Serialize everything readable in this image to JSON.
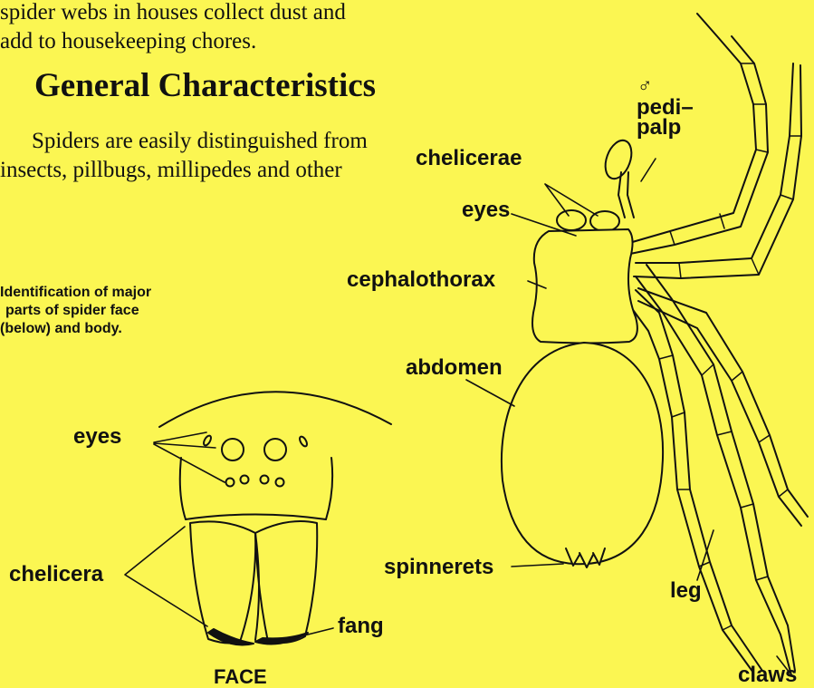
{
  "intro_text": [
    "spider webs in houses collect dust and",
    "add to housekeeping chores."
  ],
  "section_heading": "General Characteristics",
  "paragraph": [
    "Spiders are easily distinguished from",
    "insects, pillbugs, millipedes and other"
  ],
  "caption": [
    "Identification of major",
    "parts of spider face",
    "(below) and body."
  ],
  "face_labels": {
    "eyes": "eyes",
    "chelicera": "chelicera",
    "fang": "fang",
    "title": "FACE"
  },
  "body_labels": {
    "male_symbol": "♂",
    "pedipalp": [
      "pedi–",
      "palp"
    ],
    "chelicerae": "chelicerae",
    "eyes": "eyes",
    "cephalothorax": "cephalothorax",
    "abdomen": "abdomen",
    "spinnerets": "spinnerets",
    "leg": "leg",
    "claws": "claws"
  },
  "colors": {
    "background": "#fbf652",
    "ink": "#111111"
  }
}
